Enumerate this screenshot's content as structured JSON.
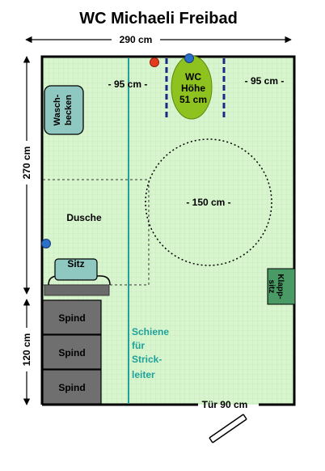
{
  "title": "WC Michaeli Freibad",
  "dimensions": {
    "width_label": "290 cm",
    "height_label": "270 cm",
    "locker_height_label": "120 cm",
    "left_span_label": "- 95 cm -",
    "right_span_label": "- 95 cm -",
    "turning_circle_label": "- 150 cm -"
  },
  "fixtures": {
    "sink_line1": "Wasch-",
    "sink_line2": "becken",
    "wc_line1": "WC",
    "wc_line2": "Höhe",
    "wc_line3": "51 cm",
    "shower": "Dusche",
    "seat": "Sitz",
    "folding_seat_line1": "Klapp-",
    "folding_seat_line2": "sitz",
    "locker_1": "Spind",
    "locker_2": "Spind",
    "locker_3": "Spind",
    "rail_line1": "Schiene",
    "rail_line2": "für",
    "rail_line3": "Strick-",
    "rail_line4": "leiter",
    "door": "Tür 90 cm"
  },
  "colors": {
    "floor": "#d9f5cf",
    "grid": "#b6e6a8",
    "rail": "#1ea19a",
    "wc": "#8dc21f",
    "sink": "#8ec8c0",
    "locker": "#6f6f6f",
    "folding_seat": "#4a9a66",
    "grab_bar": "#1a2a8a",
    "red_marker": "#e53a1e",
    "blue_marker": "#2a6fc8"
  }
}
